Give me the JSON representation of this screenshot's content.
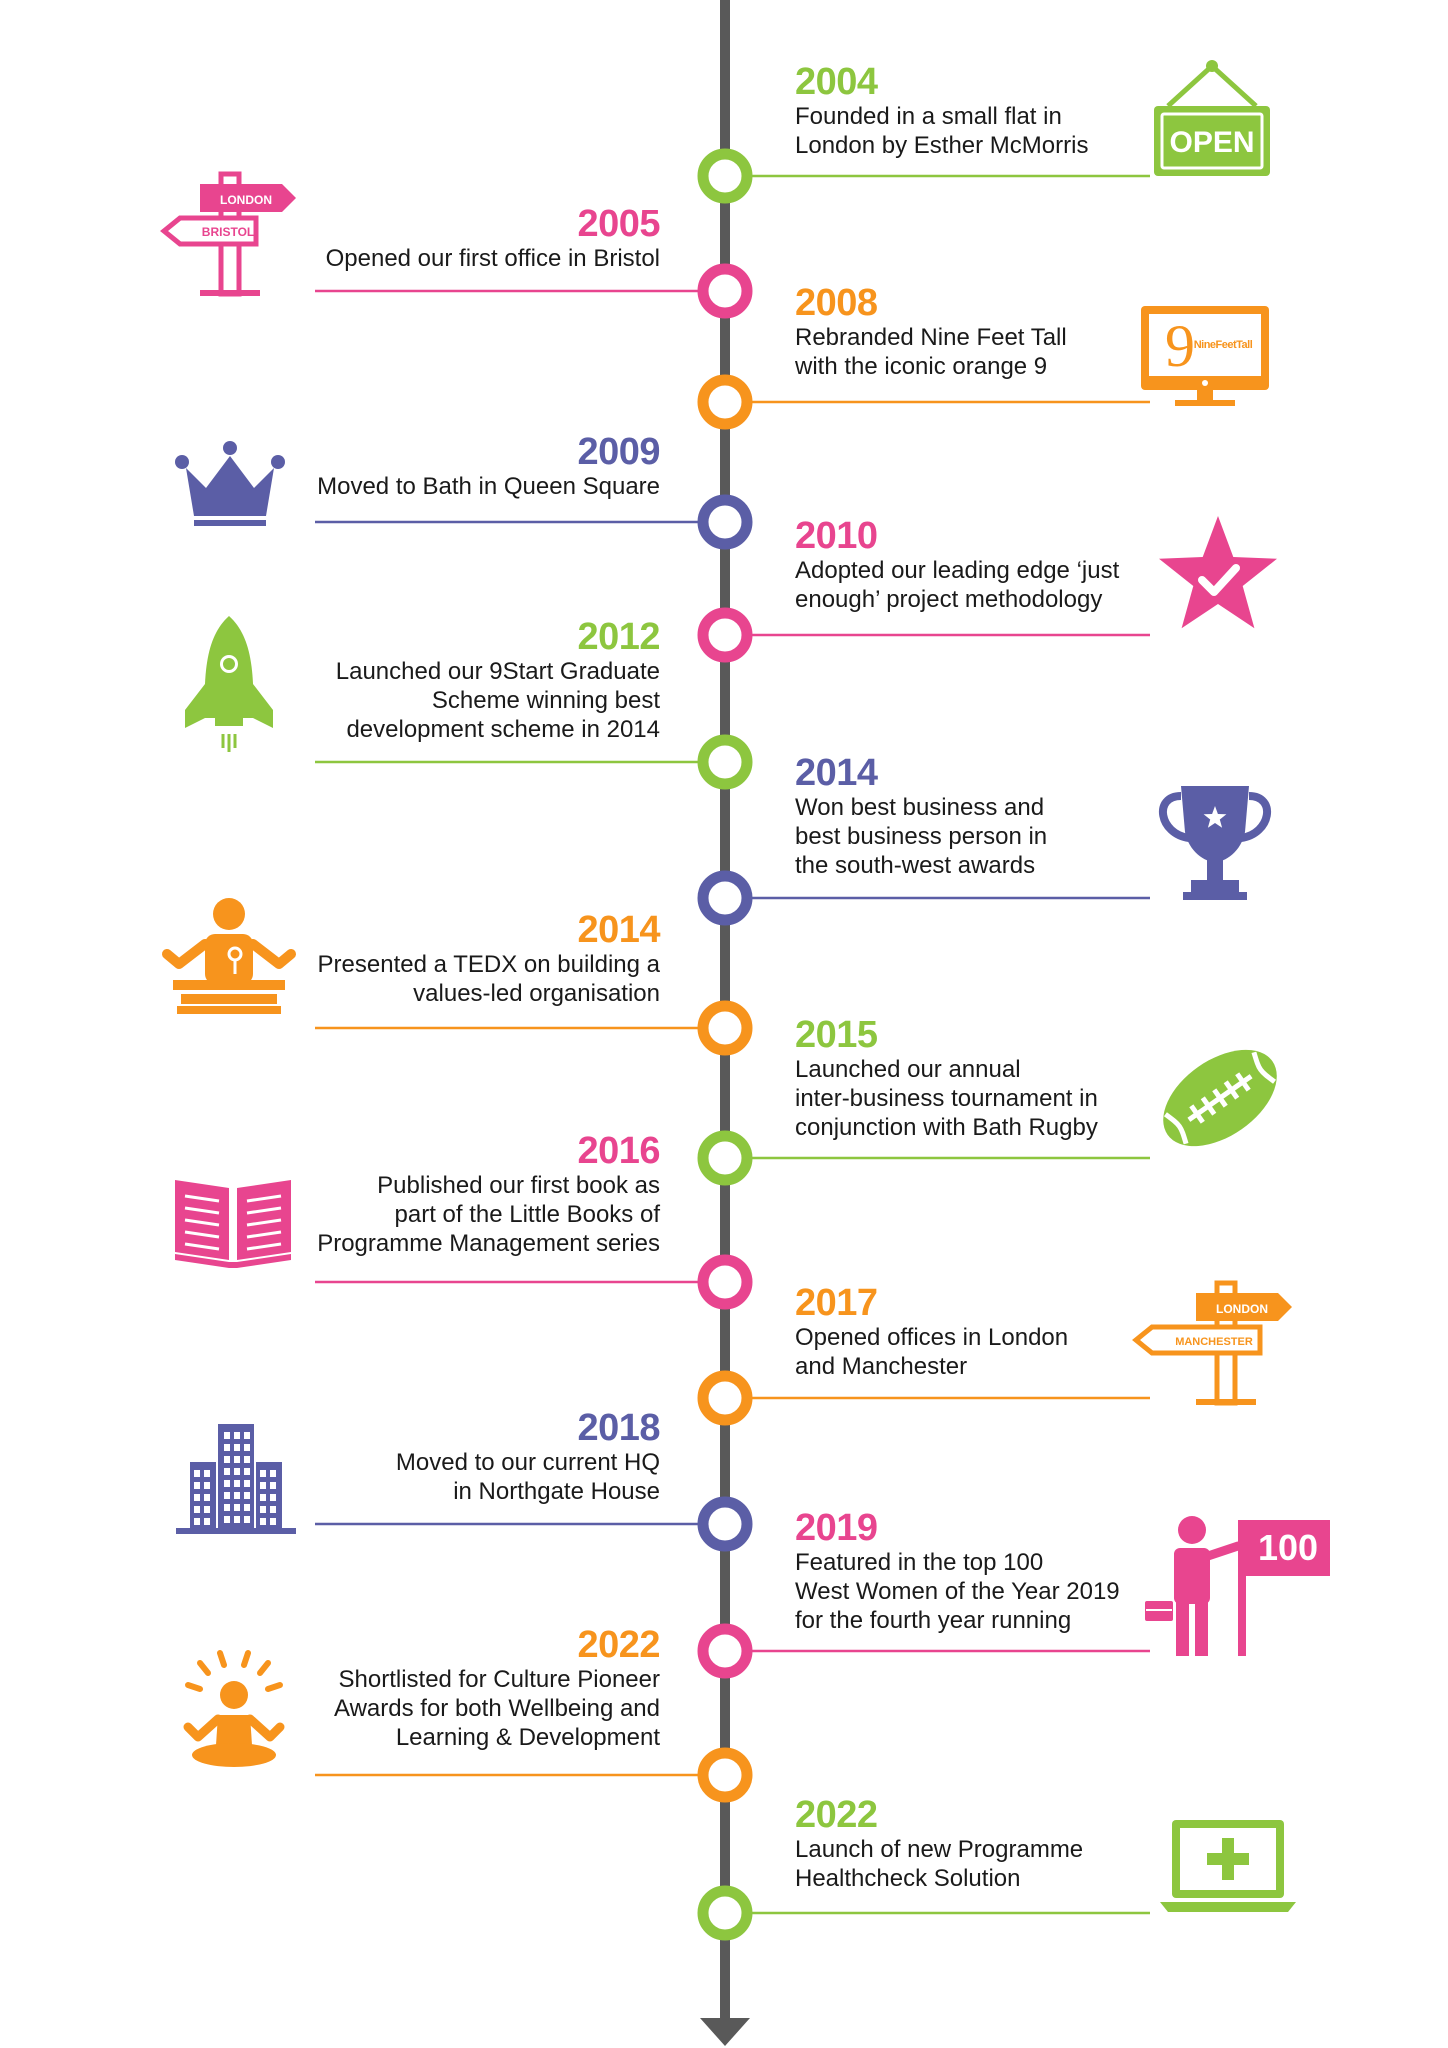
{
  "colors": {
    "green": "#8dc63f",
    "pink": "#e8458f",
    "orange": "#f7941d",
    "purple": "#5b5ea6",
    "axis": "#595959"
  },
  "events": [
    {
      "id": "e2004",
      "year": "2004",
      "side": "right",
      "color": "green",
      "lines": [
        "Founded in a small flat in",
        "London by Esther McMorris"
      ],
      "icon": "open-sign-icon"
    },
    {
      "id": "e2005",
      "year": "2005",
      "side": "left",
      "color": "pink",
      "lines": [
        "Opened our first office in Bristol"
      ],
      "icon": "signpost-icon",
      "sign_top": "LONDON",
      "sign_bottom": "BRISTOL"
    },
    {
      "id": "e2008",
      "year": "2008",
      "side": "right",
      "color": "orange",
      "lines": [
        "Rebranded Nine Feet Tall",
        "with the iconic orange 9"
      ],
      "icon": "monitor-logo-icon",
      "logo_numeral": "9",
      "logo_text": "NineFeetTall"
    },
    {
      "id": "e2009",
      "year": "2009",
      "side": "left",
      "color": "purple",
      "lines": [
        "Moved to Bath in Queen Square"
      ],
      "icon": "crown-icon"
    },
    {
      "id": "e2010",
      "year": "2010",
      "side": "right",
      "color": "pink",
      "lines": [
        "Adopted our leading edge ‘just",
        "enough’ project methodology"
      ],
      "icon": "star-check-icon"
    },
    {
      "id": "e2012",
      "year": "2012",
      "side": "left",
      "color": "green",
      "lines": [
        "Launched our 9Start Graduate",
        "Scheme winning best",
        "development scheme in 2014"
      ],
      "icon": "rocket-icon"
    },
    {
      "id": "e2014a",
      "year": "2014",
      "side": "right",
      "color": "purple",
      "lines": [
        "Won best business and",
        "best business person in",
        "the south-west awards"
      ],
      "icon": "trophy-icon"
    },
    {
      "id": "e2014b",
      "year": "2014",
      "side": "left",
      "color": "orange",
      "lines": [
        "Presented a TEDX on building a",
        "values-led organisation"
      ],
      "icon": "speaker-podium-icon"
    },
    {
      "id": "e2015",
      "year": "2015",
      "side": "right",
      "color": "green",
      "lines": [
        "Launched our annual",
        "inter-business tournament in",
        "conjunction with Bath Rugby"
      ],
      "icon": "rugby-ball-icon"
    },
    {
      "id": "e2016",
      "year": "2016",
      "side": "left",
      "color": "pink",
      "lines": [
        "Published our first book as",
        "part of the Little Books of",
        "Programme Management series"
      ],
      "icon": "open-book-icon"
    },
    {
      "id": "e2017",
      "year": "2017",
      "side": "right",
      "color": "orange",
      "lines": [
        "Opened offices in London",
        "and Manchester"
      ],
      "icon": "signpost-icon",
      "sign_top": "LONDON",
      "sign_bottom": "MANCHESTER"
    },
    {
      "id": "e2018",
      "year": "2018",
      "side": "left",
      "color": "purple",
      "lines": [
        "Moved to our current HQ",
        "in Northgate House"
      ],
      "icon": "buildings-icon"
    },
    {
      "id": "e2019",
      "year": "2019",
      "side": "right",
      "color": "pink",
      "lines": [
        "Featured in the top 100",
        "West Women of the Year 2019",
        "for the fourth year running"
      ],
      "icon": "person-flag-icon",
      "flag_text": "100"
    },
    {
      "id": "e2022a",
      "year": "2022",
      "side": "left",
      "color": "orange",
      "lines": [
        "Shortlisted for Culture Pioneer",
        "Awards for both Wellbeing and",
        "Learning & Development"
      ],
      "icon": "meditation-icon"
    },
    {
      "id": "e2022b",
      "year": "2022",
      "side": "right",
      "color": "green",
      "lines": [
        "Launch of new Programme",
        "Healthcheck Solution"
      ],
      "icon": "laptop-plus-icon"
    }
  ]
}
